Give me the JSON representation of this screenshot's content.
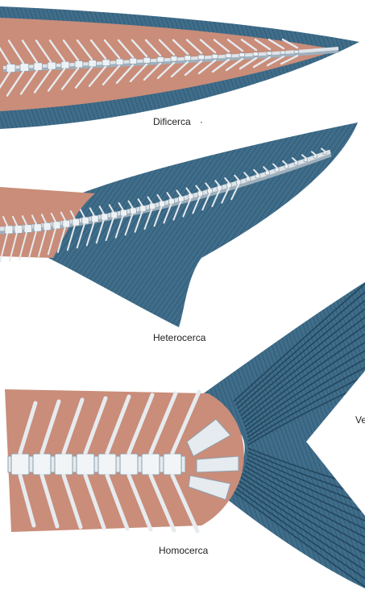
{
  "colors": {
    "fin_blue": "#3f6d8a",
    "fin_ray_dark": "#24465e",
    "flesh": "#c98d7a",
    "bone": "#dde4ea",
    "bone_shadow": "#8fa0ad"
  },
  "captions": {
    "dificerca": "Dificerca",
    "dificerca_mark": "·",
    "heterocerca": "Heterocerca",
    "homocerca": "Homocerca",
    "edge_fragment": "Ve"
  }
}
